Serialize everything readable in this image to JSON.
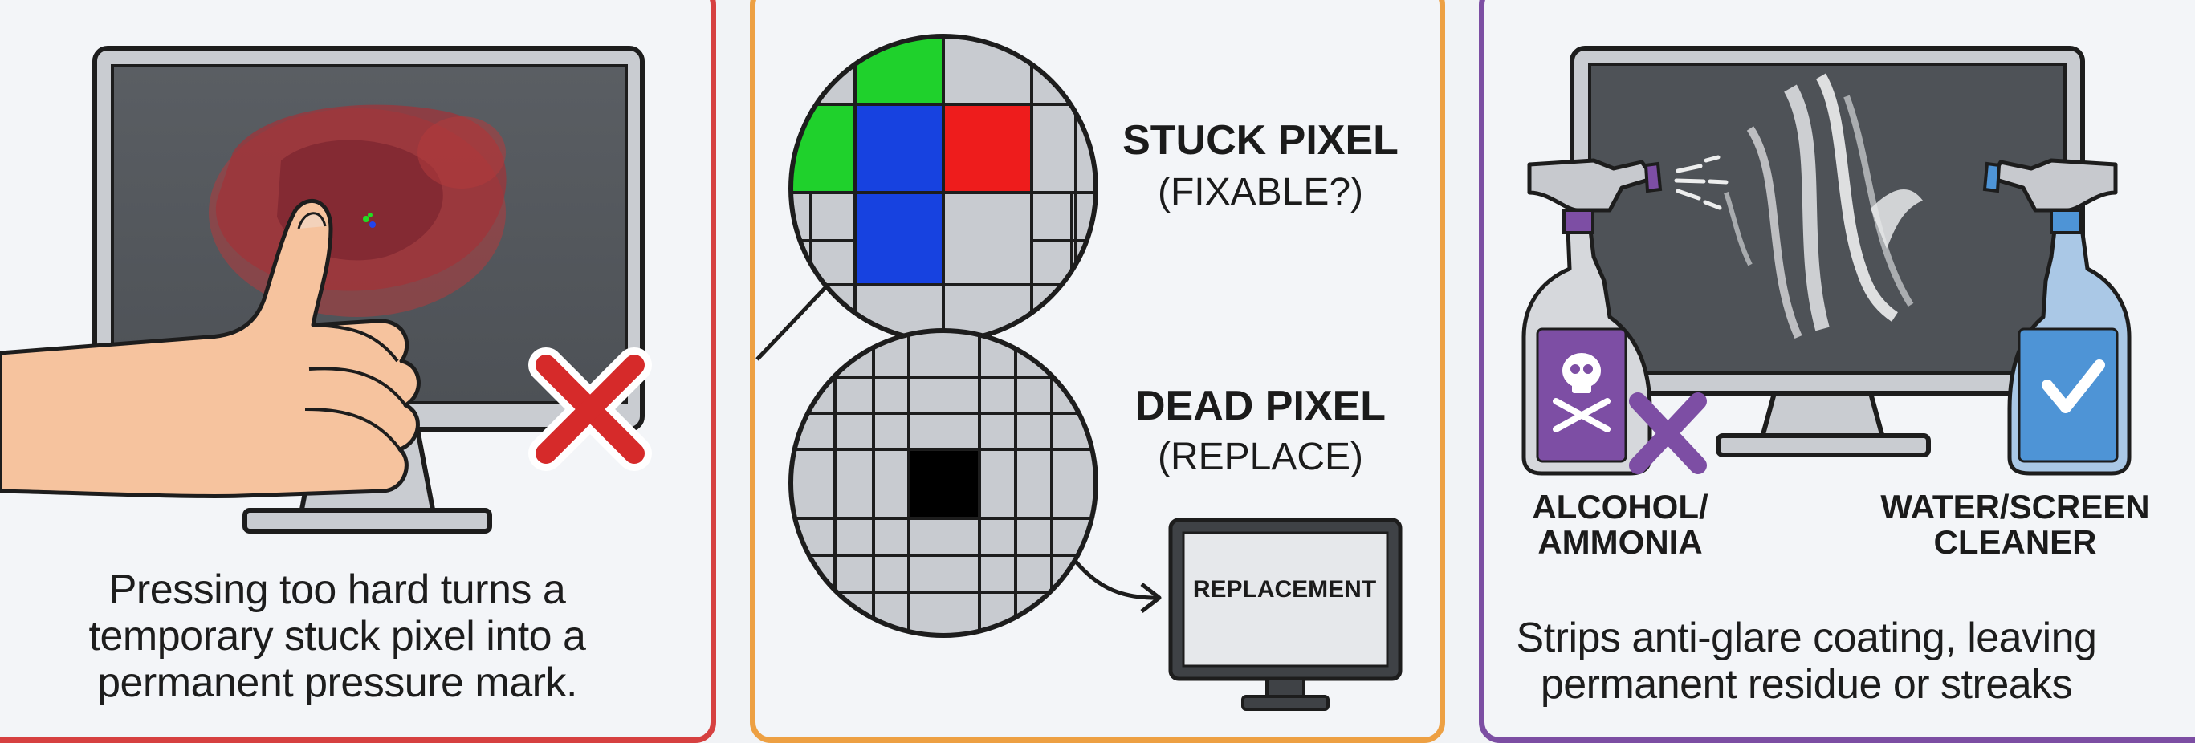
{
  "panels": {
    "left": {
      "caption": "Pressing too hard turns a temporary stuck pixel into a permanent pressure mark.",
      "accent": "#d64040"
    },
    "middle": {
      "accent": "#eda043",
      "stuck": {
        "title": "STUCK PIXEL",
        "subtitle": "(FIXABLE?)"
      },
      "dead": {
        "title": "DEAD PIXEL",
        "subtitle": "(REPLACE)"
      },
      "replacement_label": "REPLACEMENT"
    },
    "right": {
      "accent": "#7c4ea3",
      "bad_label": "ALCOHOL/\nAMMONIA",
      "good_label": "WATER/SCREEN\nCLEANER",
      "caption": "Strips anti-glare coating, leaving permanent residue or streaks"
    }
  },
  "colors": {
    "pixel_green": "#1fd12c",
    "pixel_blue": "#1742e0",
    "pixel_red": "#ee1c1c",
    "pixel_gray": "#c8cbd0",
    "pixel_dead": "#000000",
    "cross_red": "#d62a2a",
    "cross_purple": "#7d4ea4",
    "check_blue": "#4e94d6"
  },
  "icons": [
    "thumb-press-icon",
    "x-mark-icon",
    "magnifier-icon",
    "spray-bottle-icon",
    "skull-crossbones-icon",
    "checkmark-icon"
  ]
}
